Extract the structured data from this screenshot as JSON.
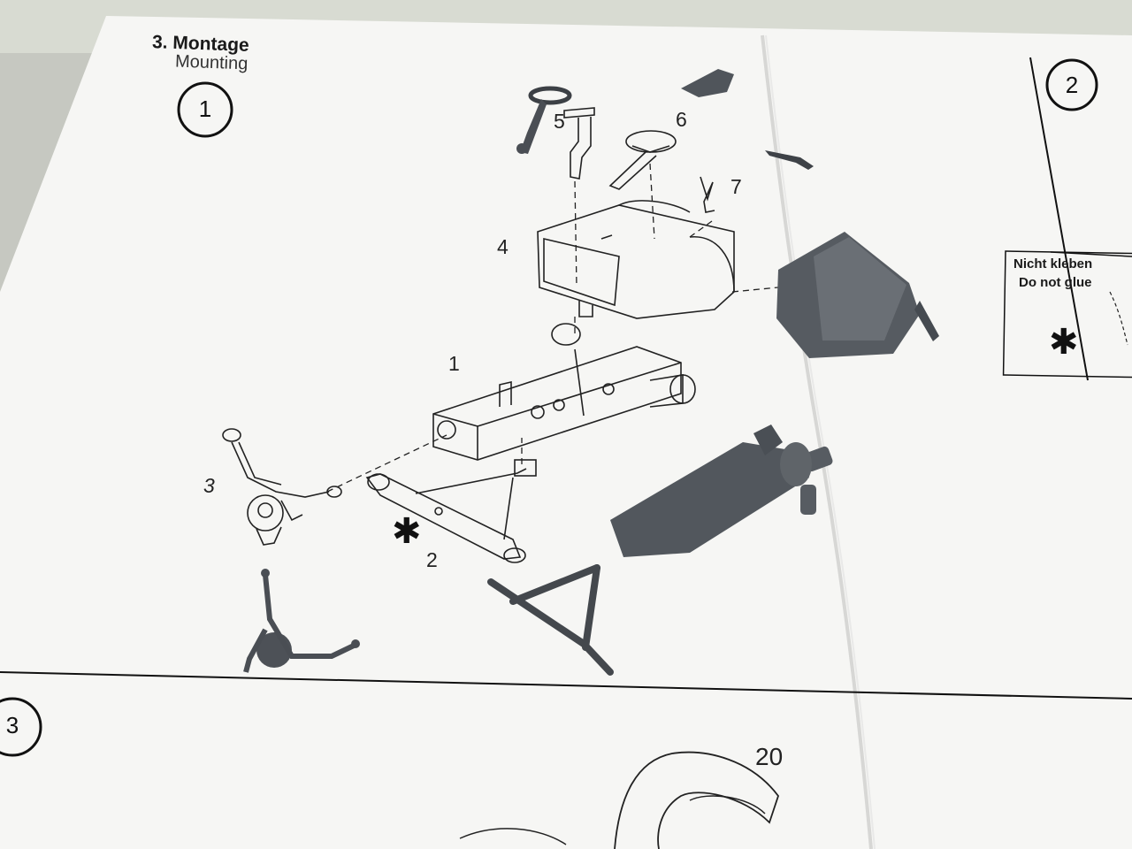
{
  "sheet": {
    "title": "3. Montage",
    "subtitle": "Mounting",
    "current_step": "1",
    "next_step": "2",
    "following_step": "3",
    "part_labels": [
      "5",
      "6",
      "7",
      "4",
      "1",
      "3",
      "2"
    ],
    "later_part_label": "20",
    "warning": {
      "de": "Nicht kleben",
      "en": "Do not glue",
      "symbol": "✱"
    },
    "glue_marker": "✱"
  },
  "colors": {
    "paper": "#f6f6f4",
    "line_art": "#222222",
    "plastic_parts": "#4f5358",
    "background": "#c9cbc4"
  }
}
